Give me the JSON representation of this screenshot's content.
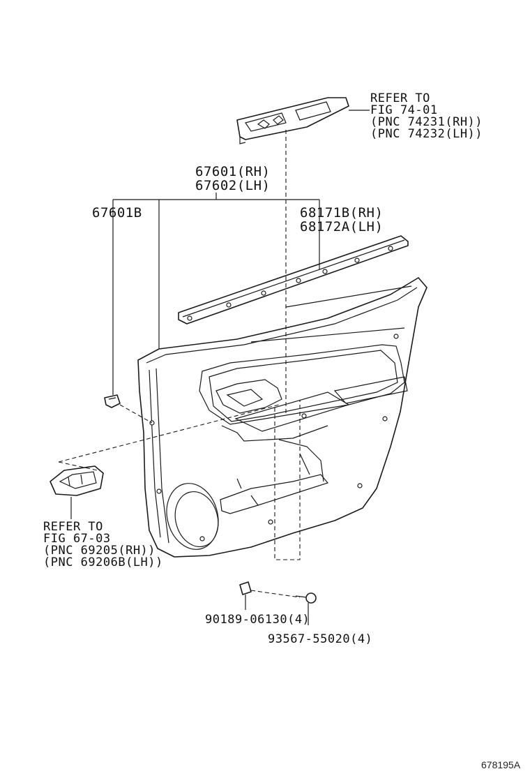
{
  "labels": {
    "switch_ref": [
      "REFER TO",
      "FIG 74-01",
      "(PNC 74231(RH))",
      "(PNC 74232(LH))"
    ],
    "panel_assy": [
      "67601(RH)",
      "67602(LH)"
    ],
    "clip": "67601B",
    "weatherstrip": [
      "68171B(RH)",
      "68172A(LH)"
    ],
    "handle_ref": [
      "REFER TO",
      "FIG 67-03",
      "(PNC 69205(RH))",
      "(PNC 69206B(LH))"
    ],
    "nut": "90189-06130(4)",
    "screw": "93567-55020(4)"
  },
  "figure_id": "678195A"
}
